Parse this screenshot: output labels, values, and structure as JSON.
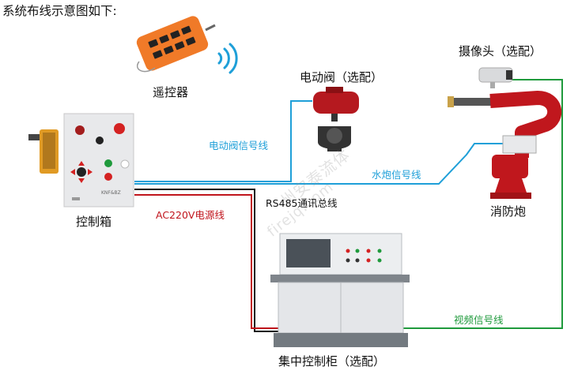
{
  "heading": "系统布线示意图如下:",
  "devices": {
    "remote": "遥控器",
    "control_box": "控制箱",
    "electric_valve": "电动阀（选配）",
    "camera": "摄像头（选配）",
    "fire_monitor": "消防炮",
    "central_cabinet": "集中控制柜（选配）"
  },
  "wires": {
    "valve_signal": "电动阀信号线",
    "water_cannon_signal": "水炮信号线",
    "power_line": "AC220V电源线",
    "rs485_bus": "RS485通讯总线",
    "video_signal": "视频信号线"
  },
  "colors": {
    "blue_wire": "#1e9fd8",
    "red_wire": "#c0141c",
    "black_wire": "#111111",
    "green_wire": "#1f9a3c",
    "valve_red": "#b5191f",
    "monitor_red": "#c0171d",
    "remote_orange": "#f07a28",
    "cabinet_body": "#e9ebee"
  },
  "watermark": [
    "州安泰流体",
    "firejq.com"
  ],
  "box_brand": "KNF&BZ"
}
